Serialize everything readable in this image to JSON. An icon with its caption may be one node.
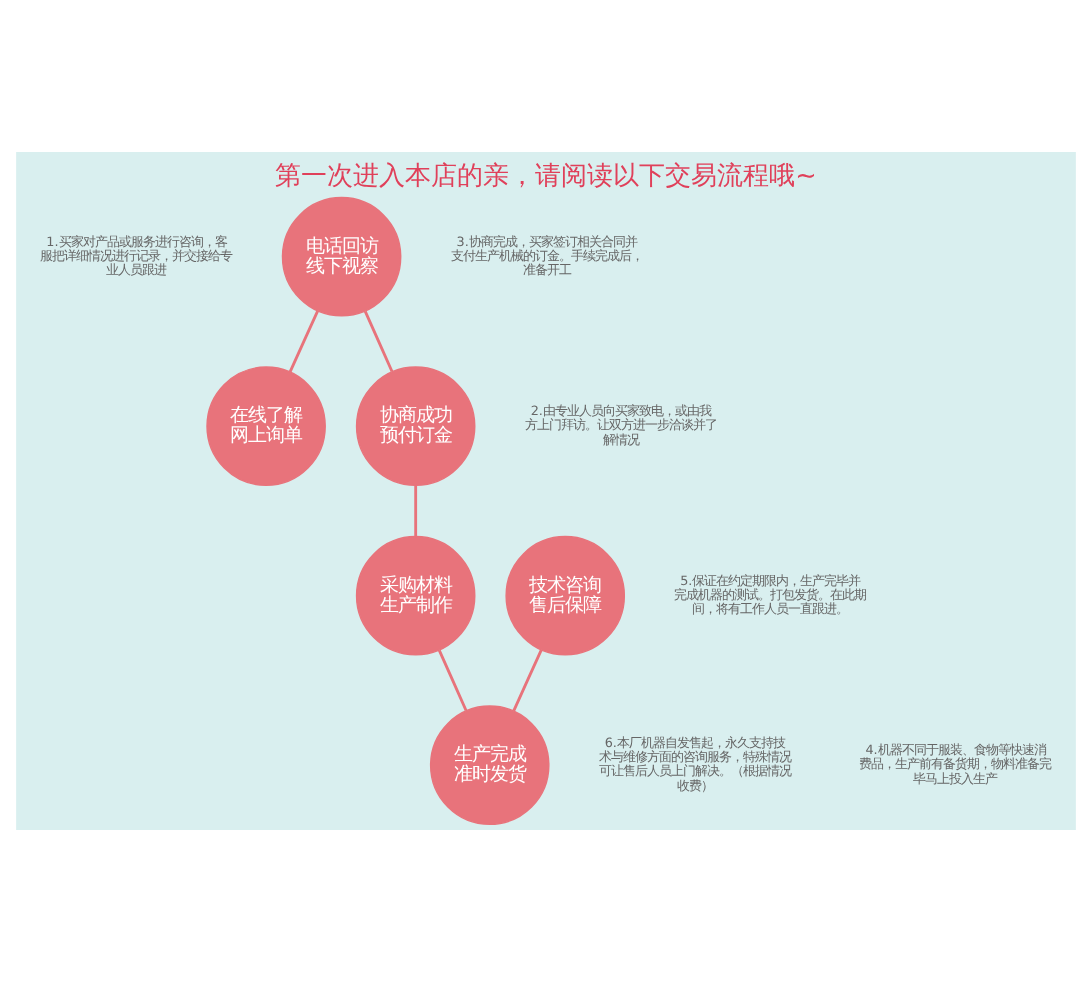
{
  "diagram": {
    "title": "第一次进入本店的亲，请阅读以下交易流程哦~",
    "nodes": [
      {
        "text": [
          "在线了解网上询单"
        ]
      },
      {
        "text": [
          "电话回访线下视察"
        ]
      },
      {
        "text": [
          "协商成功预付订金"
        ]
      },
      {
        "text": [
          "采购材料生产制作"
        ]
      },
      {
        "text": [
          "生产完成准时发货"
        ]
      },
      {
        "text": [
          "技术咨询售后保障"
        ]
      }
    ],
    "edges": [
      {
        "from": 0,
        "to": 1,
        "arrow": "none"
      },
      {
        "from": 1,
        "to": 2,
        "arrow": "none"
      },
      {
        "from": 2,
        "to": 3,
        "arrow": "none"
      },
      {
        "from": 3,
        "to": 4,
        "arrow": "none"
      },
      {
        "from": 4,
        "to": 5,
        "arrow": "none"
      }
    ],
    "labels": [
      "1.买家对产品或服务进行咨询，客服把详细情况进行记录，并交接给专业人员跟进",
      "3.协商完成，买家签订相关合同并支付生产机械的订金。手续完成后，准备开工",
      "2.由专业人员向买家致电，或由我方上门拜访。让双方进一步洽谈并了解情况",
      "5.保证在约定期限内，生产完毕并完成机器的测试。打包发货。在此期间，将有工作人员一直跟进。",
      "6.本厂机器自发售起，永久支持技术与维修方面的咨询服务，特殊情况可让售后人员上门解决。（根据情况收费）",
      "4.机器不同于服装、食物等快速消费品，生产前有备货期，物料准备完毕马上投入生产"
    ]
  }
}
